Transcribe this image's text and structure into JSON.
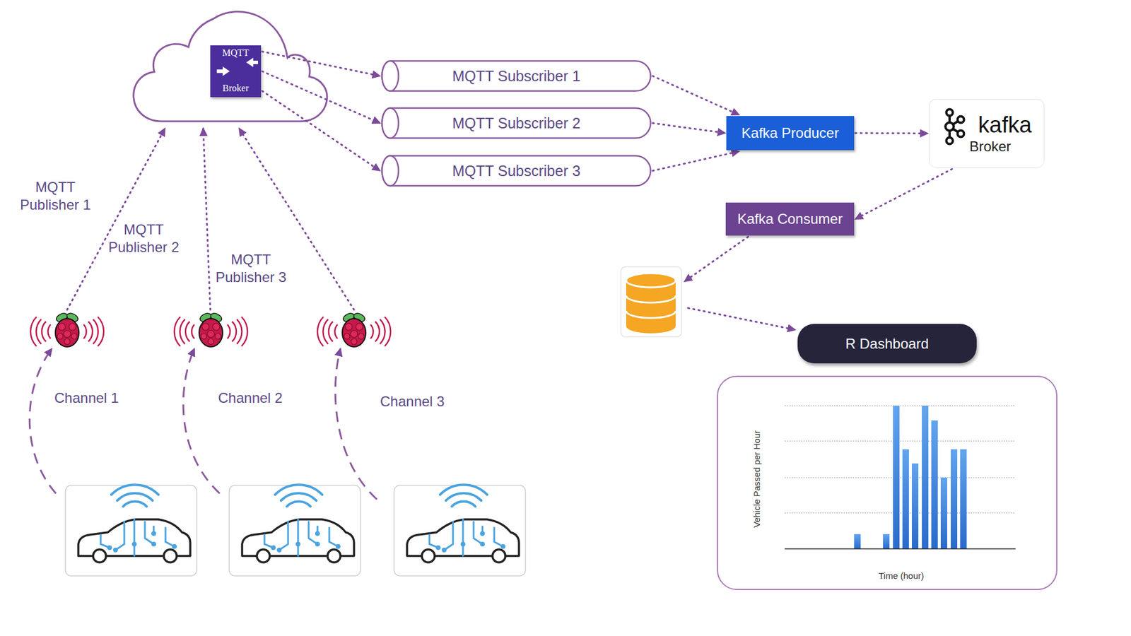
{
  "diagram": {
    "nodes": [
      {
        "text": [
          "MQTT",
          "Broker"
        ]
      },
      {
        "text": [
          "MQTT Subscriber 1"
        ]
      },
      {
        "text": [
          "MQTT Subscriber 2"
        ]
      },
      {
        "text": [
          "MQTT Subscriber 3"
        ]
      },
      {
        "text": [
          "Kafka Producer"
        ]
      },
      {
        "text": [
          "kafka",
          "Broker"
        ]
      },
      {
        "text": [
          "Kafka Consumer"
        ]
      },
      {
        "text": [
          "R Dashboard"
        ]
      },
      {
        "text": [
          "Vehicle Passed per Hour",
          "Time (hour)"
        ]
      }
    ],
    "edges": [
      {
        "from": 0,
        "to": 1,
        "arrow": "to"
      },
      {
        "from": 0,
        "to": 2,
        "arrow": "to"
      },
      {
        "from": 0,
        "to": 3,
        "arrow": "to"
      },
      {
        "from": 1,
        "to": 4,
        "arrow": "to"
      },
      {
        "from": 2,
        "to": 4,
        "arrow": "to"
      },
      {
        "from": 3,
        "to": 4,
        "arrow": "to"
      },
      {
        "from": 4,
        "to": 5,
        "arrow": "to"
      },
      {
        "from": 5,
        "to": 6,
        "arrow": "to"
      }
    ],
    "labels": [
      "MQTT Publisher 1",
      "MQTT Publisher 2",
      "MQTT Publisher 3",
      "Channel 1",
      "Channel 2",
      "Channel 3"
    ]
  }
}
